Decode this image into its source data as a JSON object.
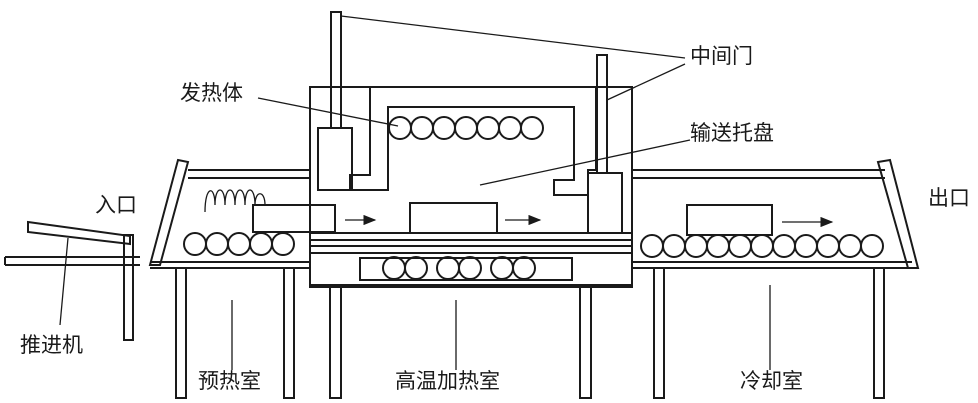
{
  "labels": {
    "middle_door": "中间门",
    "heating_element": "发热体",
    "conveyor_tray": "输送托盘",
    "entrance": "入口",
    "exit": "出口",
    "pusher": "推进机",
    "preheat_chamber": "预热室",
    "high_temp_chamber": "高温加热室",
    "cooling_chamber": "冷却室"
  }
}
